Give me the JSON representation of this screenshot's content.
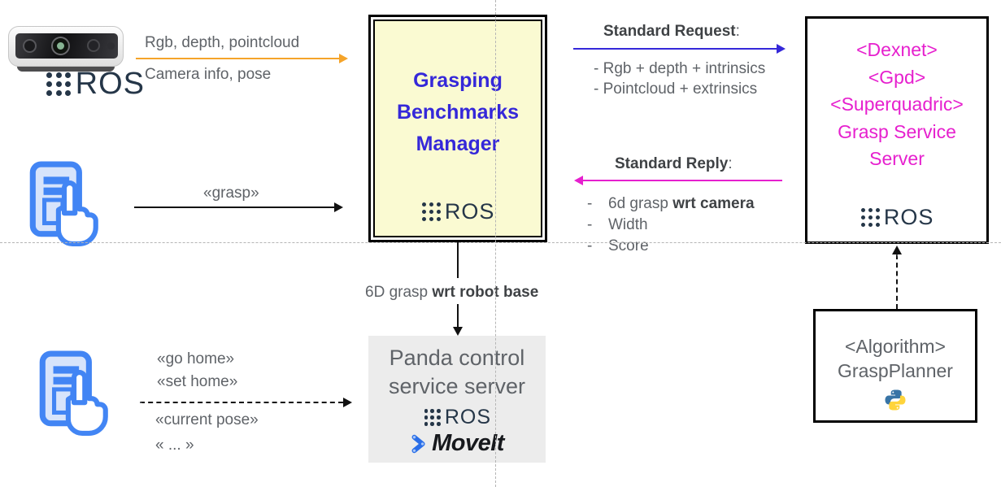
{
  "diagram": {
    "camera": {
      "ros_label": "ROS"
    },
    "camera_arrow": {
      "label_top": "Rgb, depth, pointcloud",
      "label_bottom": "Camera info, pose"
    },
    "grasp_arrow": {
      "label": "«grasp»"
    },
    "manager_box": {
      "line1": "Grasping",
      "line2": "Benchmarks",
      "line3": "Manager",
      "ros_label": "ROS"
    },
    "request": {
      "title": "Standard Request",
      "colon": ":",
      "item1": "- Rgb + depth + intrinsics",
      "item2": "- Pointcloud + extrinsics"
    },
    "service_box": {
      "line1": "<Dexnet>",
      "line2": "<Gpd>",
      "line3": "<Superquadric>",
      "line4": "Grasp Service",
      "line5": "Server",
      "ros_label": "ROS"
    },
    "reply": {
      "title": "Standard Reply",
      "colon": ":",
      "item1_dash": "-",
      "item1_normal": "6d grasp ",
      "item1_bold": "wrt camera",
      "item2_dash": "-",
      "item2": "Width",
      "item3_dash": "-",
      "item3": "Score"
    },
    "robot_base_label": {
      "normal": "6D grasp ",
      "bold": "wrt robot base"
    },
    "panda_box": {
      "line1": "Panda control",
      "line2": "service server",
      "ros_label": "ROS",
      "moveit_label": "MoveIt"
    },
    "commands": {
      "cmd1": "«go home»",
      "cmd2": "«set home»",
      "cmd3": "«current pose»",
      "cmd4": "« ... »"
    },
    "algorithm_box": {
      "line1": "<Algorithm>",
      "line2": "GraspPlanner"
    },
    "colors": {
      "accent_blue": "#3528D9",
      "magenta": "#E620CE",
      "orange": "#F5A42A",
      "text_gray": "#5F6368",
      "text_dark": "#3F4245",
      "ros_navy": "#253648",
      "icon_blue": "#4285F4",
      "moveit_blue": "#2B6FE8",
      "manager_fill": "#FAFAD2",
      "panda_fill": "#ECECEC"
    }
  }
}
